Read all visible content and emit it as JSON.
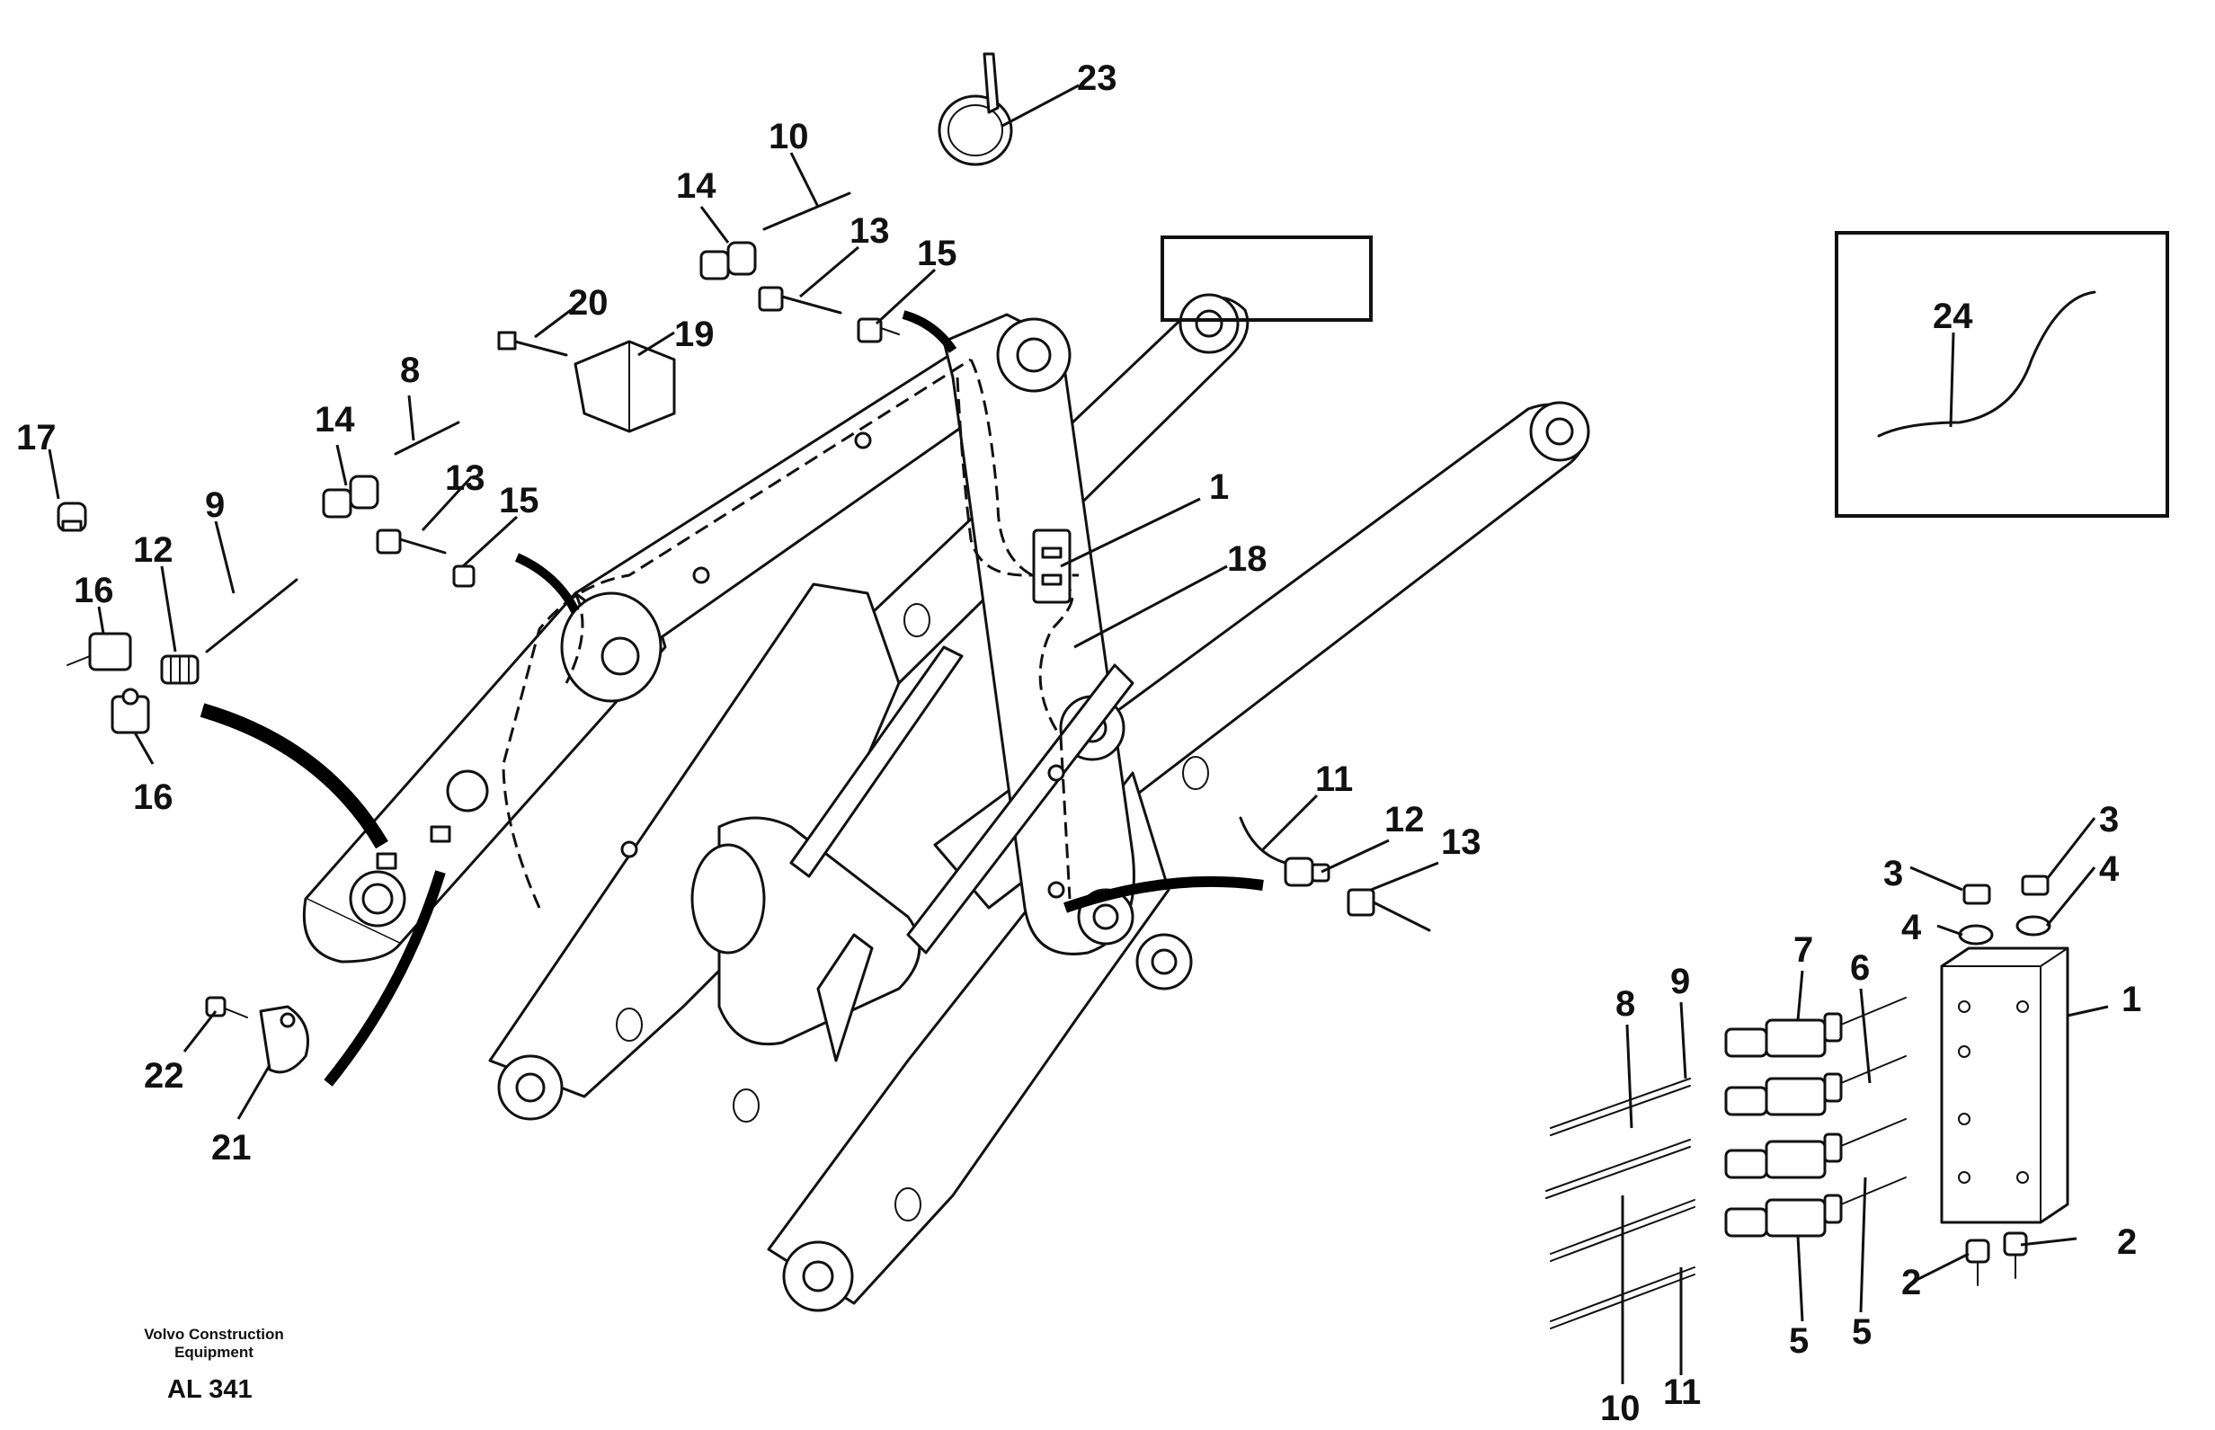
{
  "callouts": [
    {
      "id": "c-23",
      "text": "23"
    },
    {
      "id": "c-10a",
      "text": "10"
    },
    {
      "id": "c-14a",
      "text": "14"
    },
    {
      "id": "c-13a",
      "text": "13"
    },
    {
      "id": "c-15a",
      "text": "15"
    },
    {
      "id": "c-20",
      "text": "20"
    },
    {
      "id": "c-19",
      "text": "19"
    },
    {
      "id": "c-8a",
      "text": "8"
    },
    {
      "id": "c-14b",
      "text": "14"
    },
    {
      "id": "c-13b",
      "text": "13"
    },
    {
      "id": "c-15b",
      "text": "15"
    },
    {
      "id": "c-17",
      "text": "17"
    },
    {
      "id": "c-9a",
      "text": "9"
    },
    {
      "id": "c-12a",
      "text": "12"
    },
    {
      "id": "c-16a",
      "text": "16"
    },
    {
      "id": "c-16b",
      "text": "16"
    },
    {
      "id": "c-1a",
      "text": "1"
    },
    {
      "id": "c-18",
      "text": "18"
    },
    {
      "id": "c-24",
      "text": "24"
    },
    {
      "id": "c-11a",
      "text": "11"
    },
    {
      "id": "c-12b",
      "text": "12"
    },
    {
      "id": "c-13c",
      "text": "13"
    },
    {
      "id": "c-22",
      "text": "22"
    },
    {
      "id": "c-21",
      "text": "21"
    },
    {
      "id": "c-3a",
      "text": "3"
    },
    {
      "id": "c-3b",
      "text": "3"
    },
    {
      "id": "c-4a",
      "text": "4"
    },
    {
      "id": "c-4b",
      "text": "4"
    },
    {
      "id": "c-7",
      "text": "7"
    },
    {
      "id": "c-6",
      "text": "6"
    },
    {
      "id": "c-1b",
      "text": "1"
    },
    {
      "id": "c-8b",
      "text": "8"
    },
    {
      "id": "c-9b",
      "text": "9"
    },
    {
      "id": "c-2a",
      "text": "2"
    },
    {
      "id": "c-2b",
      "text": "2"
    },
    {
      "id": "c-5a",
      "text": "5"
    },
    {
      "id": "c-5b",
      "text": "5"
    },
    {
      "id": "c-10b",
      "text": "10"
    },
    {
      "id": "c-11b",
      "text": "11"
    }
  ],
  "caption": {
    "line1": "Volvo Construction",
    "line2": "Equipment",
    "code": "AL 341"
  }
}
